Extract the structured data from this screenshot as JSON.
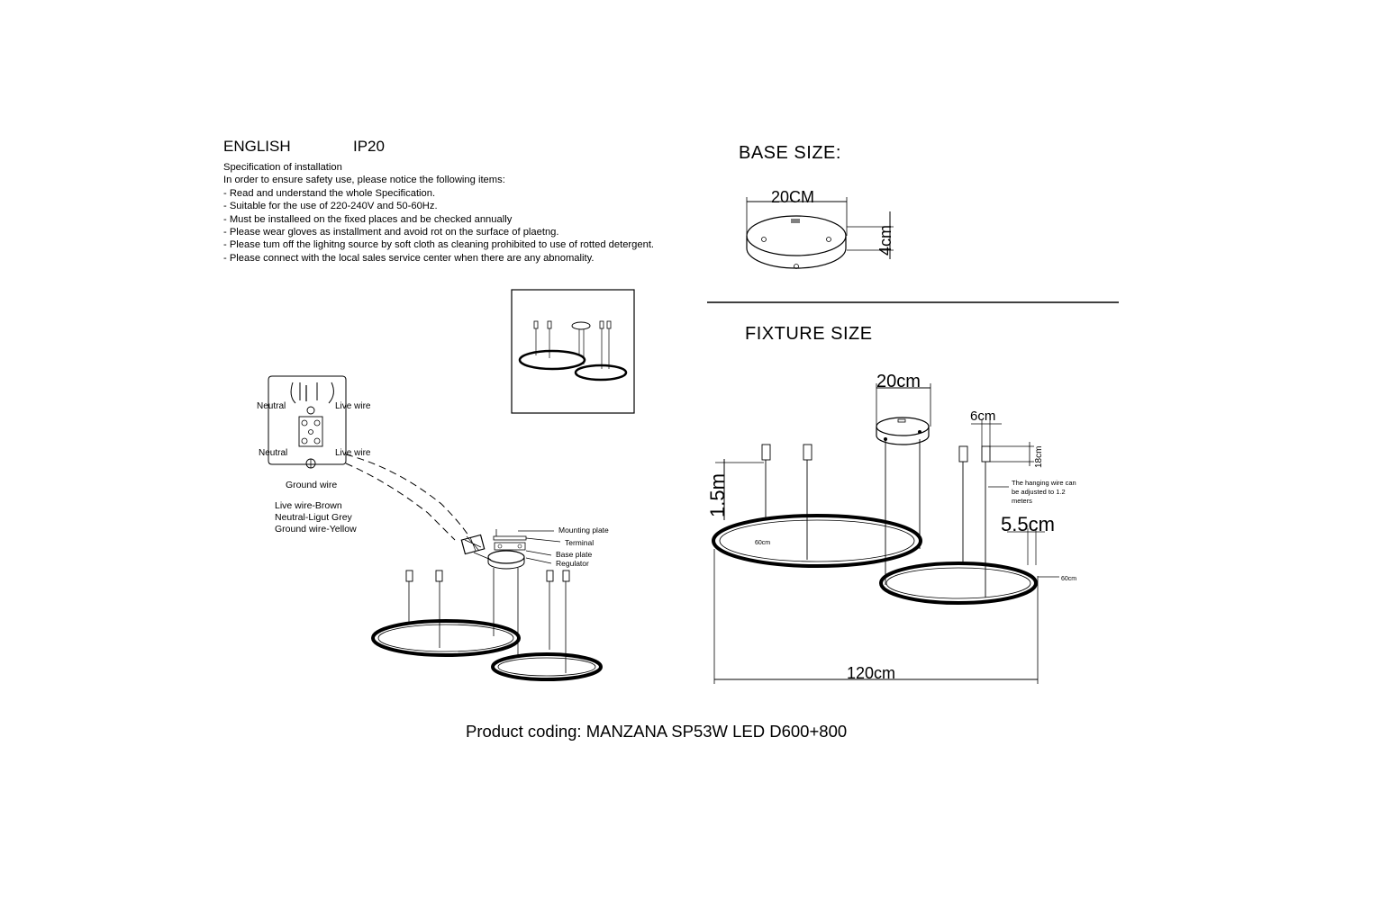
{
  "header": {
    "language": "ENGLISH",
    "rating": "IP20"
  },
  "spec": {
    "lines": [
      "Specification of installation",
      "In order to ensure safety use, please notice the following items:",
      "- Read and understand the whole Specification.",
      "- Suitable for the use of 220-240V and 50-60Hz.",
      "- Must be installeed on the fixed places and be checked annually",
      "- Please wear gloves as installment and avoid rot on the surface of plaetng.",
      "- Please tum off the lighitng source by soft cloth as cleaning prohibited to use of rotted detergent.",
      "- Please connect with the local sales service center when there are any abnomality."
    ]
  },
  "base_size": {
    "title": "BASE SIZE:",
    "diameter": "20CM",
    "height": "4cm"
  },
  "wiring": {
    "neutral_top": "Neutral",
    "live_top": "Live wire",
    "neutral_bottom": "Neutral",
    "live_bottom": "Live wire",
    "ground": "Ground wire",
    "legend": [
      "Live wire-Brown",
      "Neutral-Ligut Grey",
      "Ground wire-Yellow"
    ]
  },
  "mounting": {
    "mounting_plate": "Mounting plate",
    "terminal": "Terminal",
    "base_plate": "Base plate",
    "regulator": "Regulator"
  },
  "fixture_size": {
    "title": "FIXTURE SIZE",
    "base_width": "20cm",
    "cap_width": "6cm",
    "cap_height": "18cm",
    "drop": "1.5m",
    "hanging_note": [
      "The hanging wire can",
      "be adjusted to 1.2",
      "meters"
    ],
    "ring_thickness": "5.5cm",
    "ring_height_left": "60cm",
    "ring_height_right": "60cm",
    "total_width": "120cm"
  },
  "product": {
    "coding": "Product coding: MANZANA SP53W LED D600+800"
  },
  "colors": {
    "ink": "#000000",
    "background": "#ffffff"
  }
}
